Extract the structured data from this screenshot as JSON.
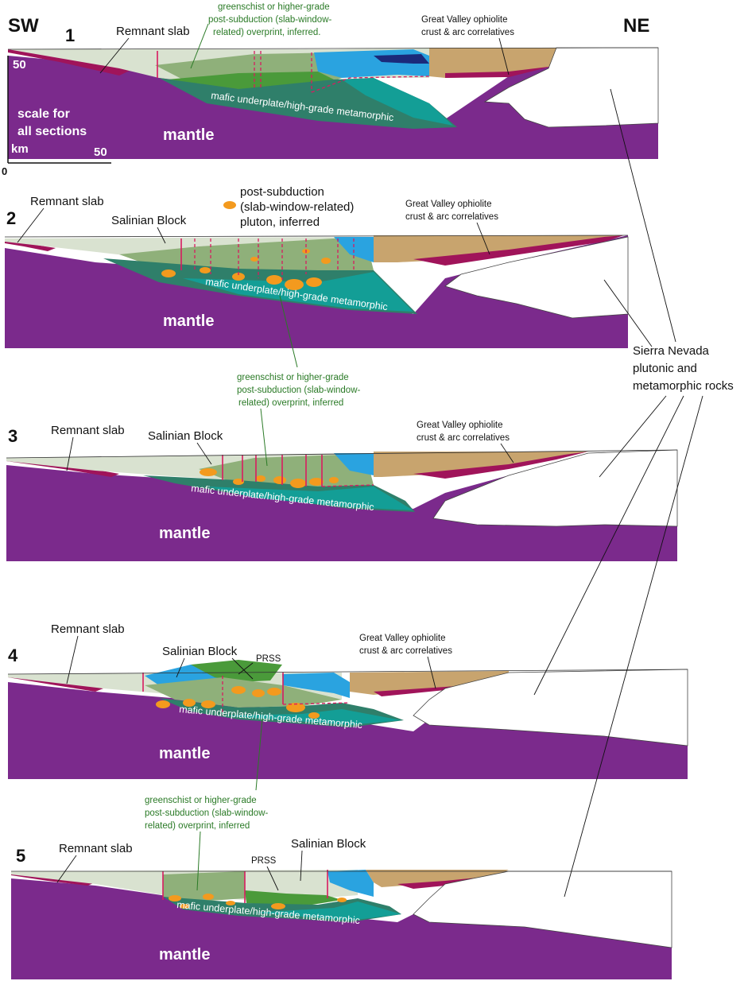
{
  "colors": {
    "mantle": "#7b2a8c",
    "remnant_slab": "#a0145a",
    "crust_pale": "#d9e2d0",
    "greenschist": "#8fb07a",
    "green_dark": "#4a9a3a",
    "underplate": "#2f7f6a",
    "teal": "#139e96",
    "blue": "#2aa3e0",
    "navy": "#1b2a7a",
    "great_valley": "#c8a46e",
    "sierra": "#ffffff",
    "pluton": "#f39a1e",
    "fault": "#d81b60",
    "annotation_green": "#2a7a26"
  },
  "compass": {
    "sw": "SW",
    "ne": "NE"
  },
  "scale": {
    "label": "scale for\nall sections",
    "unit": "km",
    "tick_top": "50",
    "tick_right": "50",
    "tick_origin": "0"
  },
  "legend": {
    "pluton_label_line1": "post-subduction",
    "pluton_label_line2": "(slab-window-related)",
    "pluton_label_line3": "pluton, inferred"
  },
  "labels": {
    "remnant_slab": "Remnant slab",
    "salinian_block": "Salinian Block",
    "great_valley_line1": "Great Valley ophiolite",
    "great_valley_line2": "crust & arc correlatives",
    "mantle": "mantle",
    "underplate": "mafic underplate/high-grade metamorphic",
    "prss": "PRSS",
    "overprint_line1": "greenschist or higher-grade",
    "overprint_line2": "post-subduction (slab-window-",
    "overprint_line3": "related) overprint, inferred",
    "overprint_line3_s1": "related) overprint, inferred.",
    "sierra_line1": "Sierra Nevada",
    "sierra_line2": "plutonic and",
    "sierra_line3": "metamorphic rocks"
  },
  "sections": [
    {
      "number": "1"
    },
    {
      "number": "2"
    },
    {
      "number": "3"
    },
    {
      "number": "4"
    },
    {
      "number": "5"
    }
  ]
}
